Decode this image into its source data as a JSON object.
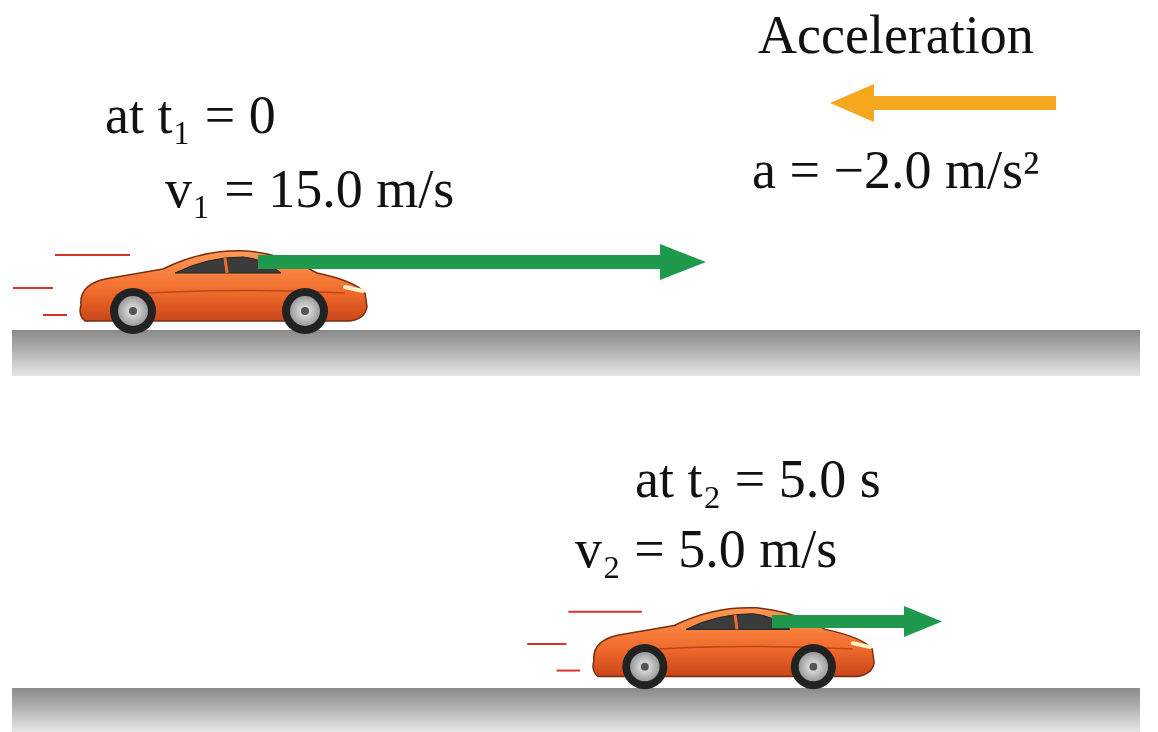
{
  "diagram": {
    "labels": [
      "Acceleration",
      "a = −2.0 m/s²",
      "at t₁ = 0",
      "v₁ = 15.0 m/s",
      "at t₂ = 5.0 s",
      "v₂ = 5.0 m/s"
    ]
  }
}
